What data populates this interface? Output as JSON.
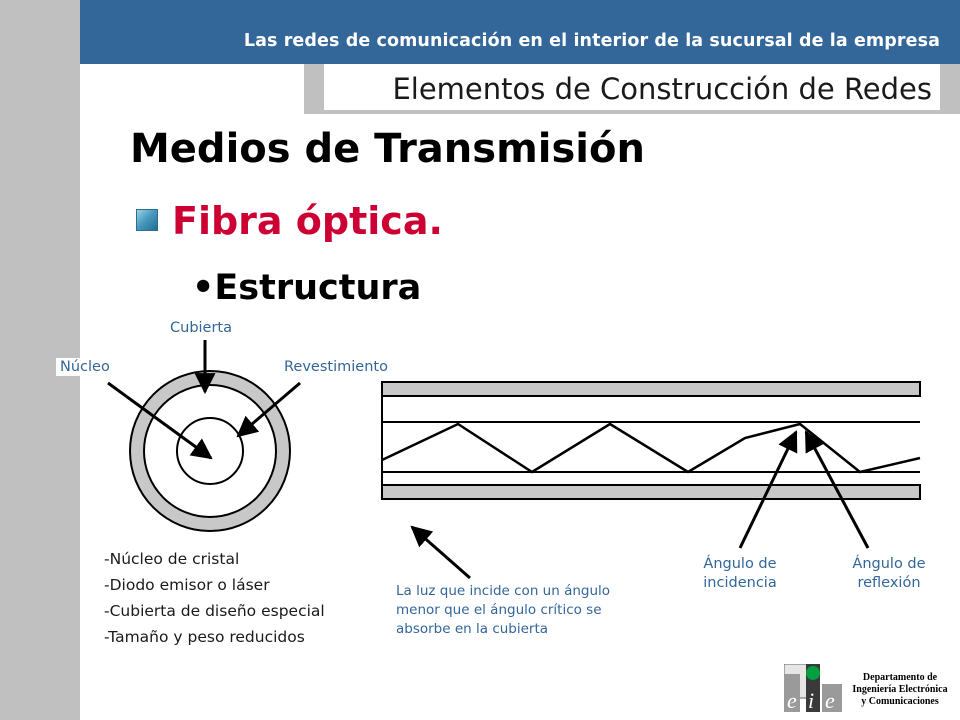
{
  "header": {
    "title": "Las redes de comunicación  en el interior de la sucursal de la empresa",
    "subtitle": "Elementos de Construcción de Redes"
  },
  "slide": {
    "title": "Medios de Transmisión",
    "topic": "Fibra óptica.",
    "subtopic": "•Estructura"
  },
  "diagram": {
    "label_cubierta": "Cubierta",
    "label_nucleo": "Núcleo",
    "label_revestimiento": "Revestimiento",
    "label_angulo_incidencia": [
      "Ángulo de",
      "incidencia"
    ],
    "label_angulo_reflexion": [
      "Ángulo de",
      "reflexión"
    ],
    "caption": "La luz que incide con un ángulo menor que el ángulo crítico se absorbe en la cubierta"
  },
  "features": [
    "-Núcleo de cristal",
    "-Diodo emisor o láser",
    "-Cubierta de diseño especial",
    "-Tamaño y peso reducidos"
  ],
  "footer": {
    "logo_letters": [
      "e",
      "i",
      "e"
    ],
    "department": [
      "Departamento de",
      "Ingeniería Electrónica",
      "y Comunicaciones"
    ]
  },
  "colors": {
    "header_band": "#336699",
    "side_bar": "#c0c0c0",
    "topic": "#cc0033",
    "label": "#336699"
  }
}
